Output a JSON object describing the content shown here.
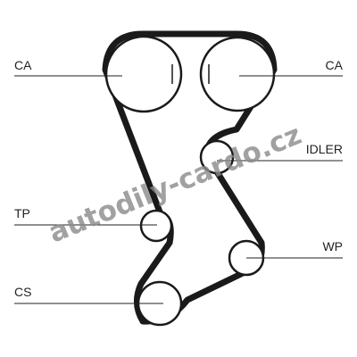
{
  "labels": {
    "ca_left": "CA",
    "ca_right": "CA",
    "idler": "IDLER",
    "tp": "TP",
    "wp": "WP",
    "cs": "CS"
  },
  "watermark": {
    "text": "autodily-cardo.cz",
    "color": "#8a8a8a"
  },
  "colors": {
    "belt": "#1a1a1a",
    "line": "#222222",
    "background": "#ffffff"
  }
}
